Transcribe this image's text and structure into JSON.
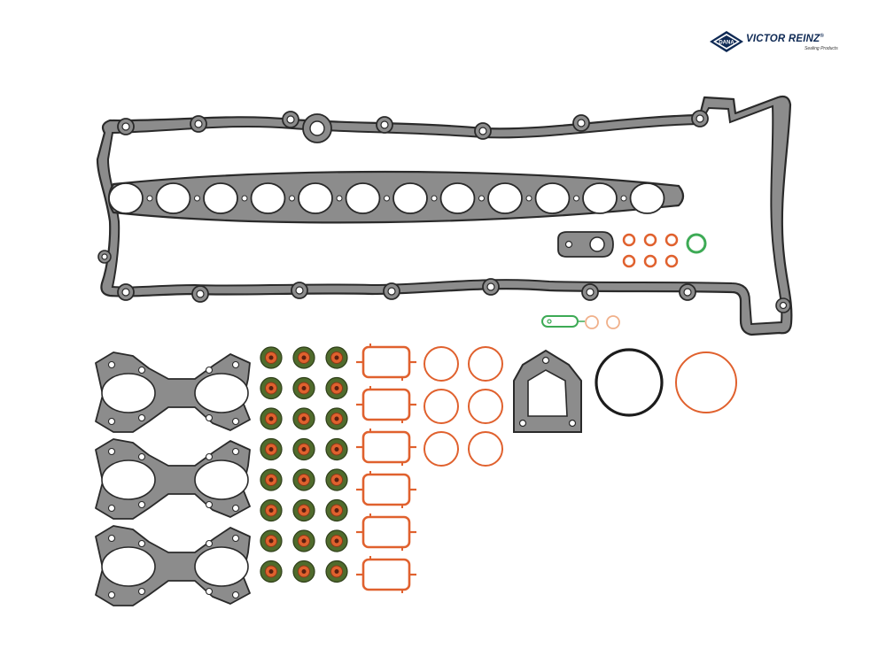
{
  "logo": {
    "mark_text": "DANA",
    "brand_text": "VICTOR REINZ",
    "registered": "®",
    "tagline": "Sealing Products"
  },
  "colors": {
    "background": "#ffffff",
    "gasket_grey": "#8c8c8c",
    "gasket_outline": "#2a2a2a",
    "rubber_black": "#1c1c1c",
    "seal_orange": "#e0612e",
    "valve_seal_green": "#4f6b2c",
    "oring_green": "#3daa55",
    "logo_navy": "#0f2a55"
  },
  "parts": {
    "valve_cover_gasket": {
      "count": 1
    },
    "center_hole_gasket": {
      "holes": 12
    },
    "exhaust_manifold_gaskets": {
      "count": 3
    },
    "valve_stem_seals": {
      "columns": 3,
      "rows": 8
    },
    "intake_gaskets": {
      "count": 6
    },
    "orange_orings": {
      "count": 6
    },
    "turbo_flange_gasket": {
      "count": 1
    },
    "large_orings": {
      "black": 1,
      "orange": 1
    },
    "small_washers": {
      "count": 6
    },
    "small_green_oring": {
      "count": 1
    }
  }
}
